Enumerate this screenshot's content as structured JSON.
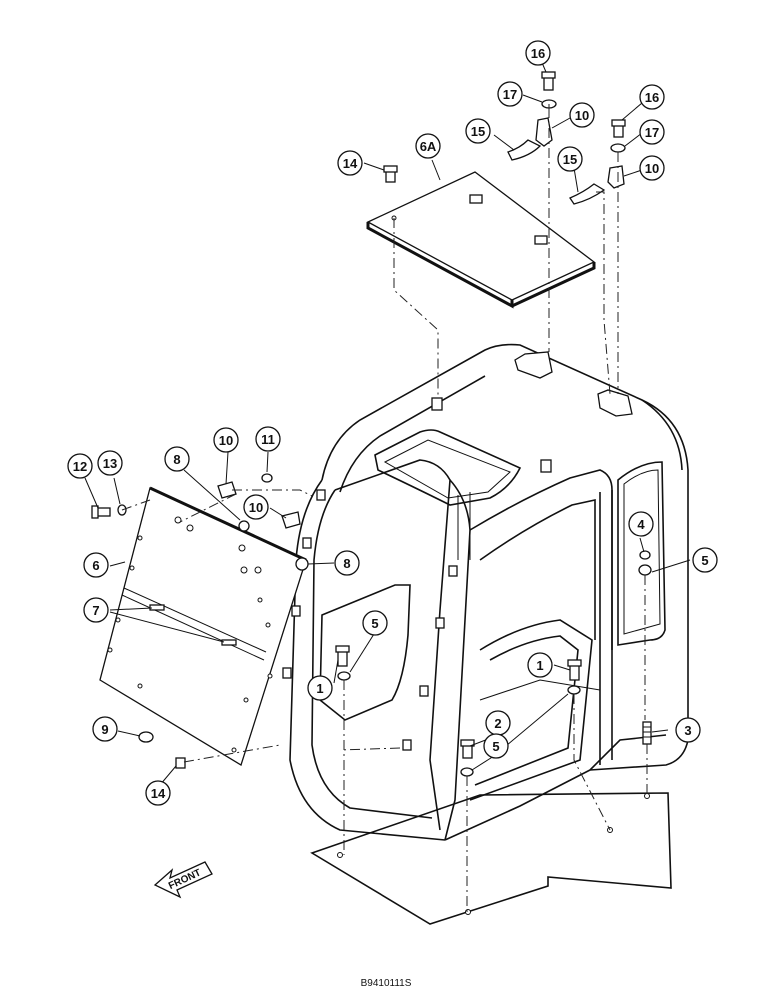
{
  "diagram": {
    "callouts": [
      {
        "id": "c16a",
        "label": "16"
      },
      {
        "id": "c17a",
        "label": "17"
      },
      {
        "id": "c10a",
        "label": "10"
      },
      {
        "id": "c16b",
        "label": "16"
      },
      {
        "id": "c15a",
        "label": "15"
      },
      {
        "id": "c17b",
        "label": "17"
      },
      {
        "id": "c14a",
        "label": "14"
      },
      {
        "id": "c6a",
        "label": "6A"
      },
      {
        "id": "c15b",
        "label": "15"
      },
      {
        "id": "c10b",
        "label": "10"
      },
      {
        "id": "c10c",
        "label": "10"
      },
      {
        "id": "c11",
        "label": "11"
      },
      {
        "id": "c12",
        "label": "12"
      },
      {
        "id": "c13",
        "label": "13"
      },
      {
        "id": "c8a",
        "label": "8"
      },
      {
        "id": "c10d",
        "label": "10"
      },
      {
        "id": "c4",
        "label": "4"
      },
      {
        "id": "c6",
        "label": "6"
      },
      {
        "id": "c8b",
        "label": "8"
      },
      {
        "id": "c5a",
        "label": "5"
      },
      {
        "id": "c5b",
        "label": "5"
      },
      {
        "id": "c7",
        "label": "7"
      },
      {
        "id": "c1a",
        "label": "1"
      },
      {
        "id": "c1b",
        "label": "1"
      },
      {
        "id": "c2",
        "label": "2"
      },
      {
        "id": "c3",
        "label": "3"
      },
      {
        "id": "c9",
        "label": "9"
      },
      {
        "id": "c5c",
        "label": "5"
      },
      {
        "id": "c14b",
        "label": "14"
      }
    ],
    "front_label": "FRONT",
    "footer_code": "B9410111S"
  }
}
